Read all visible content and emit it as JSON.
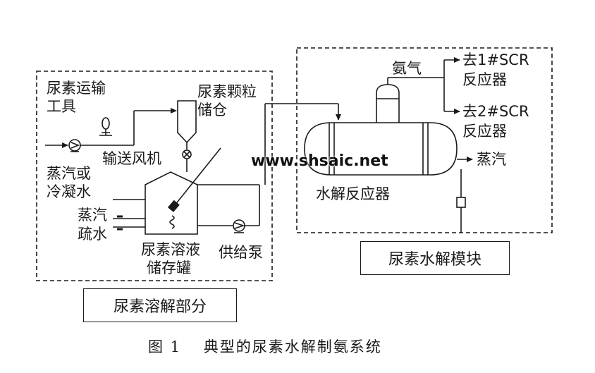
{
  "diagram": {
    "dissolution_section": {
      "title": "尿素溶解部分",
      "transport_tool": [
        "尿素运输",
        "工具"
      ],
      "blower": "输送风机",
      "granule_silo": [
        "尿素颗粒",
        "储仓"
      ],
      "steam_or_condensate": [
        "蒸汽或",
        "冷凝水"
      ],
      "steam": "蒸汽",
      "drain": "疏水",
      "solution_tank": [
        "尿素溶液",
        "储存罐"
      ],
      "feed_pump": "供给泵"
    },
    "hydrolysis_module": {
      "title": "尿素水解模块",
      "ammonia": "氨气",
      "to_scr1": [
        "去1#SCR",
        "反应器"
      ],
      "to_scr2": [
        "去2#SCR",
        "反应器"
      ],
      "steam_out": "蒸汽",
      "reactor": "水解反应器"
    },
    "watermark": "www.shsaic.net",
    "caption": "图 1　 典型的尿素水解制氨系统"
  }
}
